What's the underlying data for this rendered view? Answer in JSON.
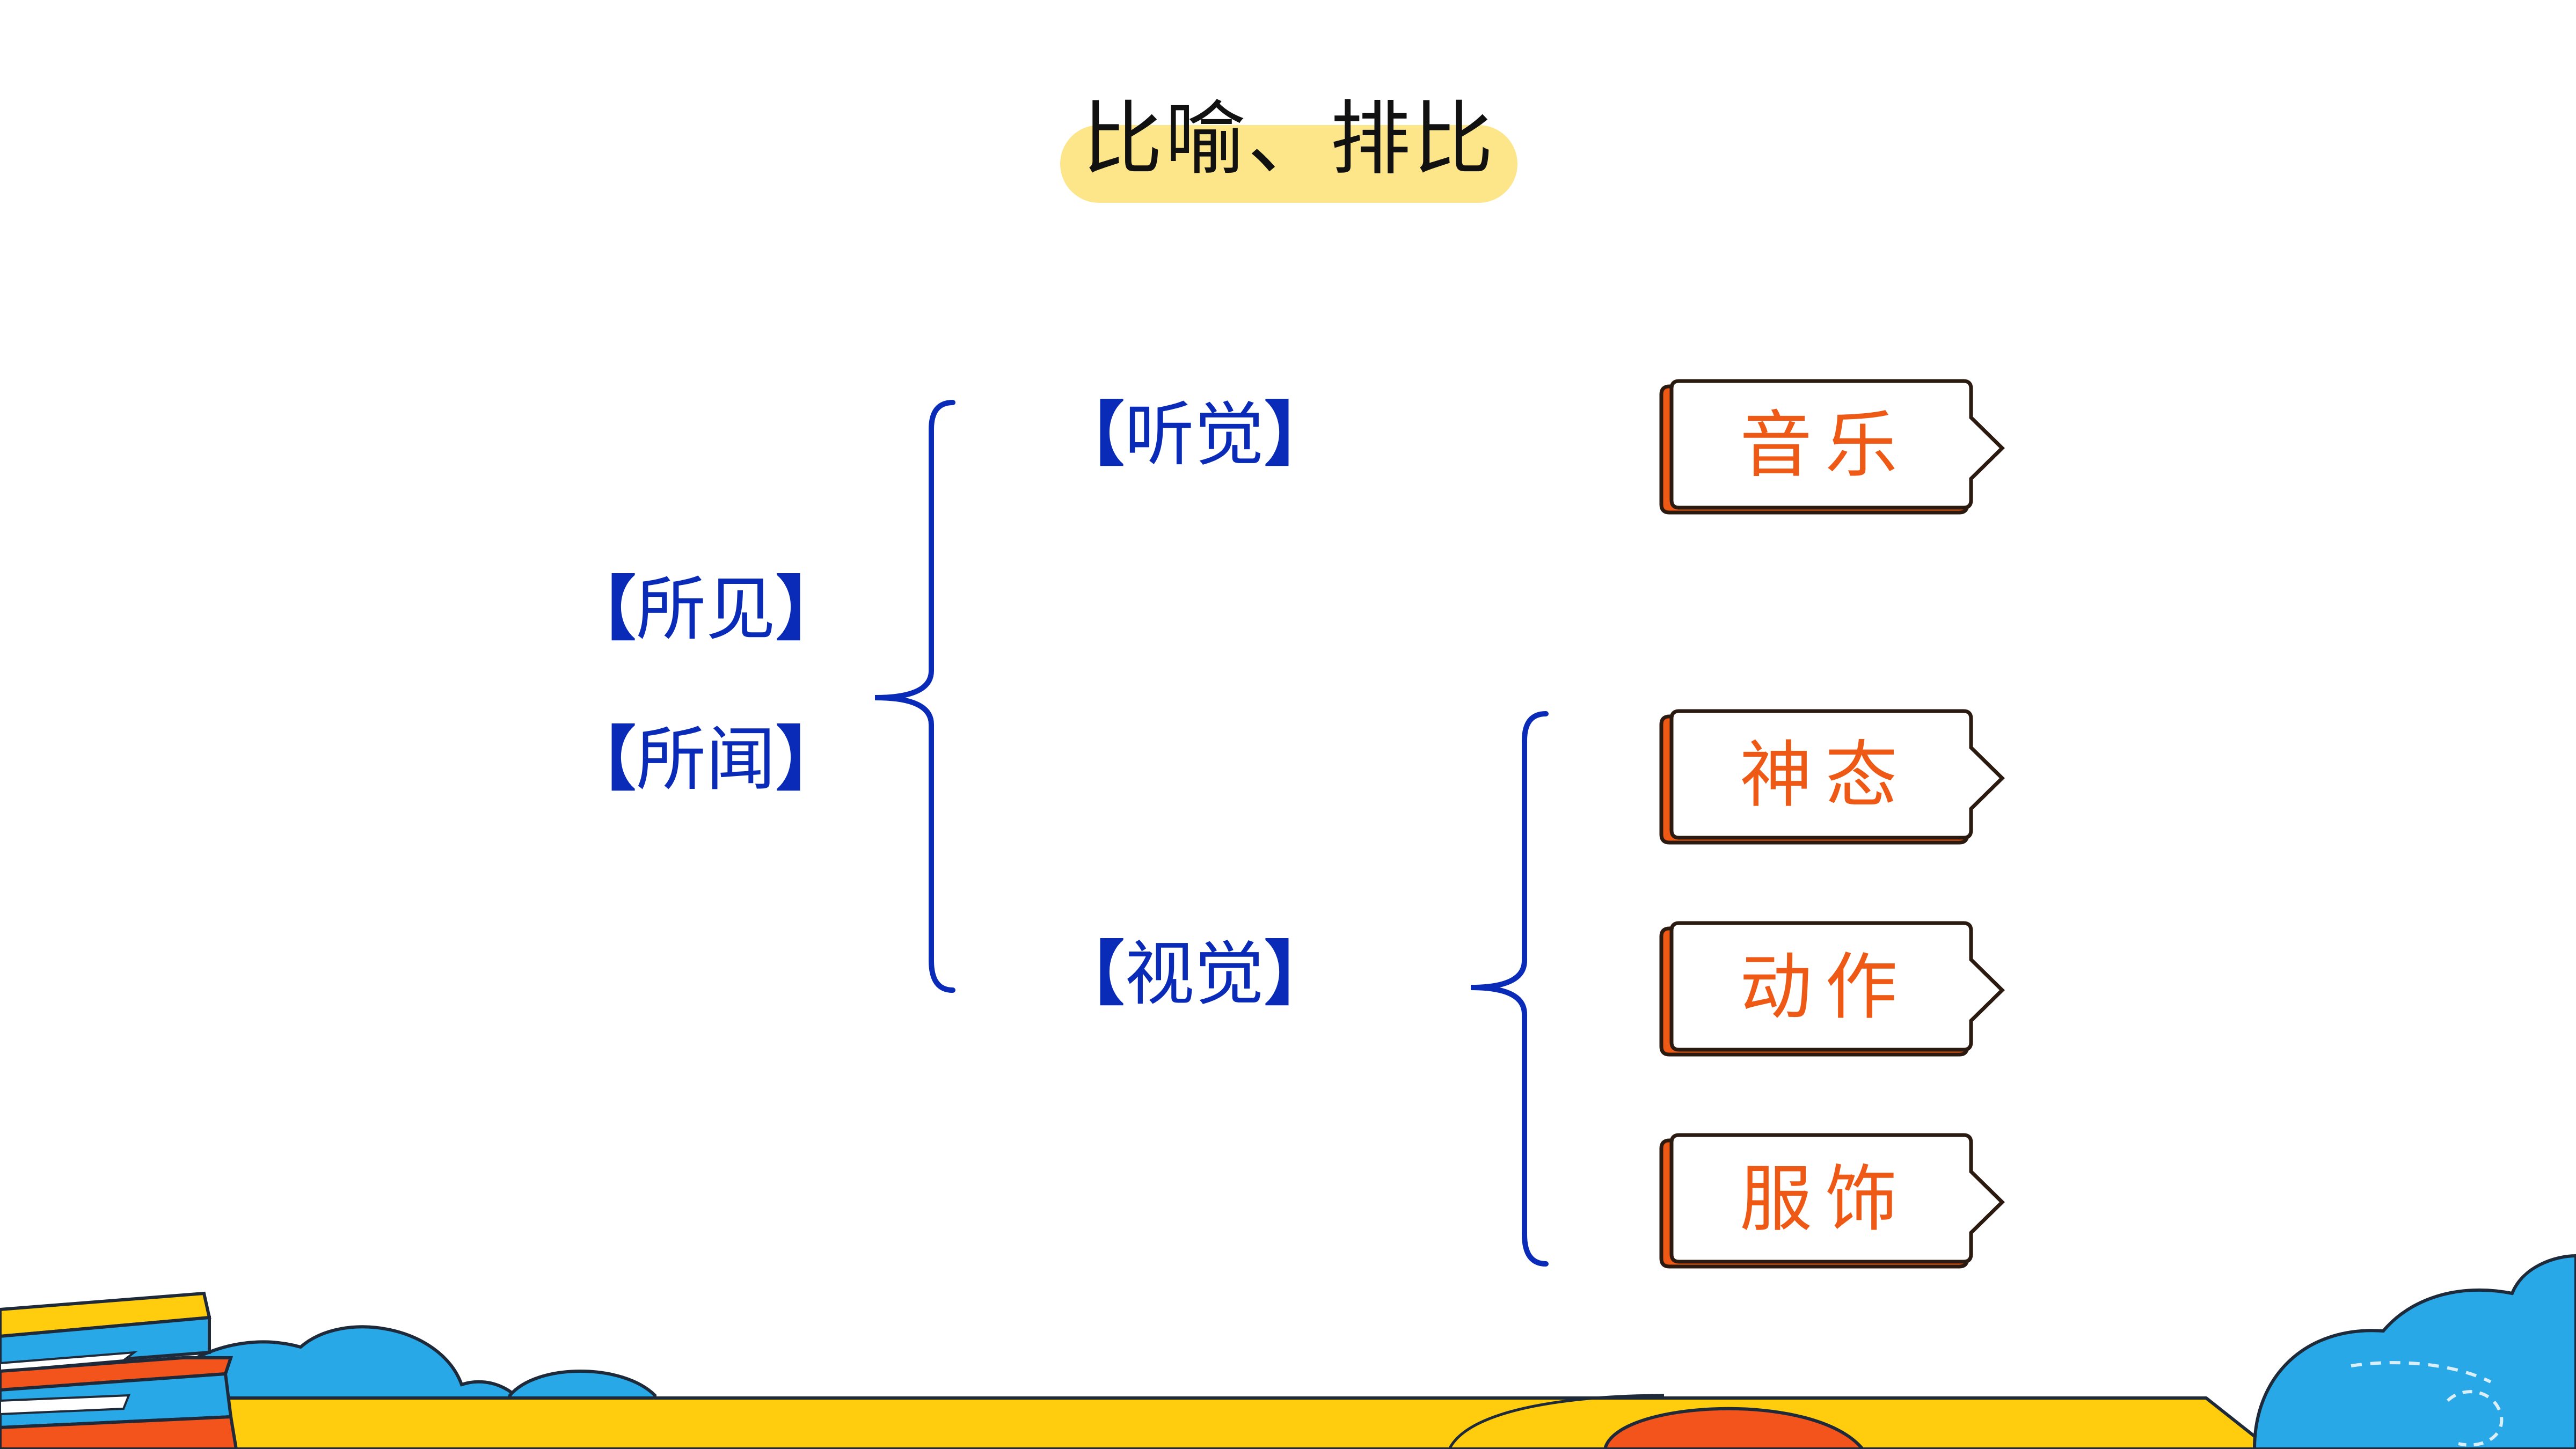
{
  "title": "比喻、排比",
  "left_terms": [
    {
      "bracket_open": "【",
      "text": "所见",
      "bracket_close": "】"
    },
    {
      "bracket_open": "【",
      "text": "所闻",
      "bracket_close": "】"
    }
  ],
  "branches": [
    {
      "bracket_open": "【",
      "text": "听觉",
      "bracket_close": "】"
    },
    {
      "bracket_open": "【",
      "text": "视觉",
      "bracket_close": "】"
    }
  ],
  "tags": [
    "音乐",
    "神态",
    "动作",
    "服饰"
  ],
  "colors": {
    "title_bg": "#fde58a",
    "bracket_blue": "#0a2bb8",
    "tag_text": "#ee5a16",
    "tag_shadow": "#ee5a16",
    "tag_outline": "#2b1a10",
    "ground_yellow": "#ffcc0e",
    "cloud_blue": "#29a8e8",
    "book_orange": "#f2541c"
  }
}
